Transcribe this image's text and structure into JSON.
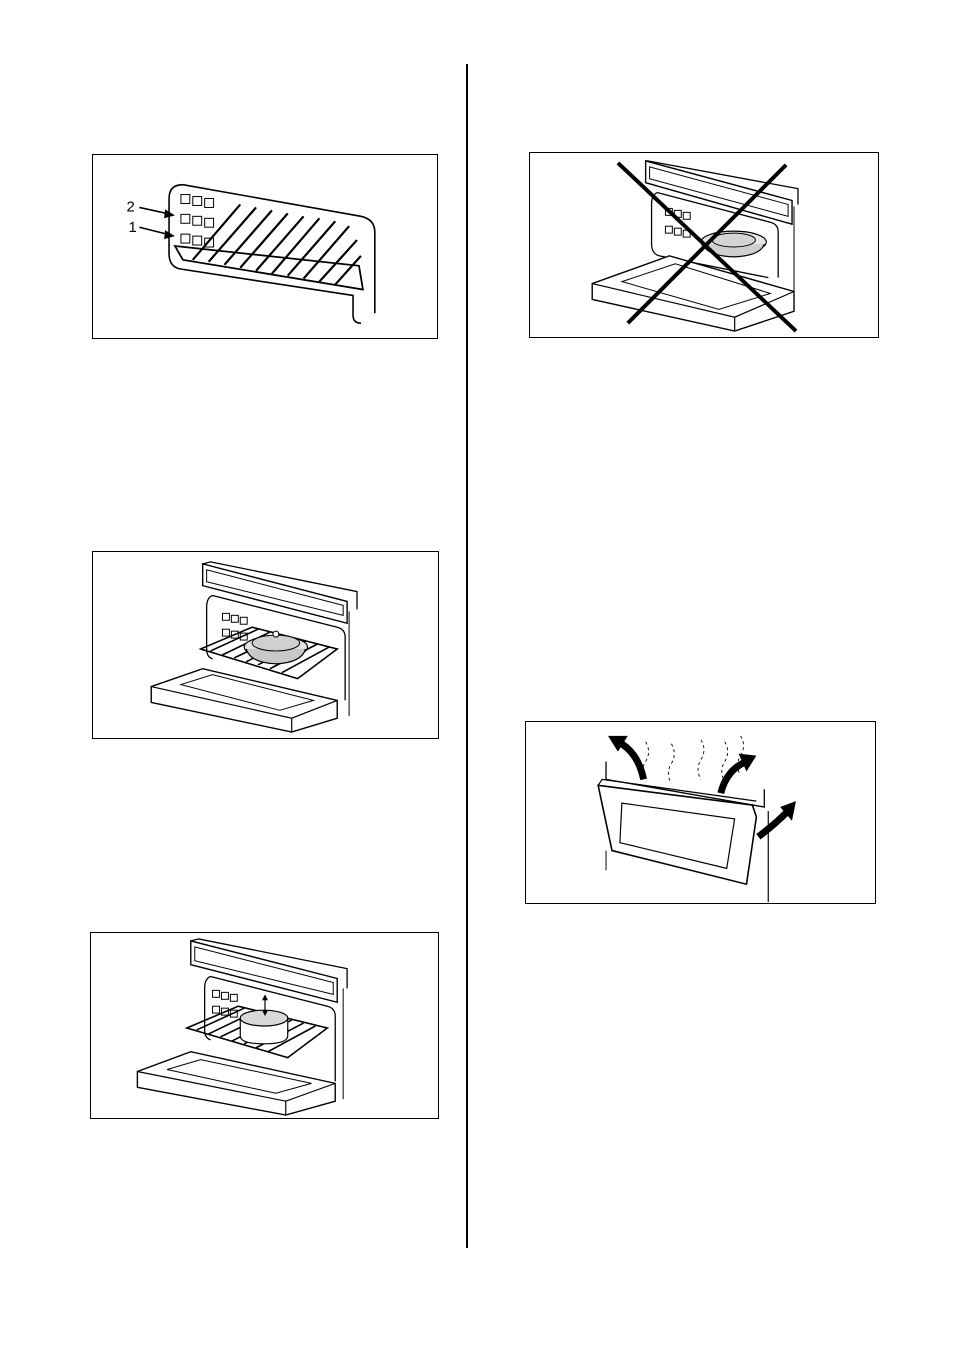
{
  "figures": {
    "shelf_positions": {
      "labels": [
        "2",
        "1"
      ]
    },
    "no_dish_on_floor": {
      "prohibited": true,
      "mark": "cross"
    },
    "dish_on_shelf": {},
    "door_steam": {
      "arrows": 3
    },
    "dish_clearance": {}
  },
  "colors": {
    "ink": "#000000",
    "paper": "#ffffff",
    "hatch": "#777777"
  }
}
